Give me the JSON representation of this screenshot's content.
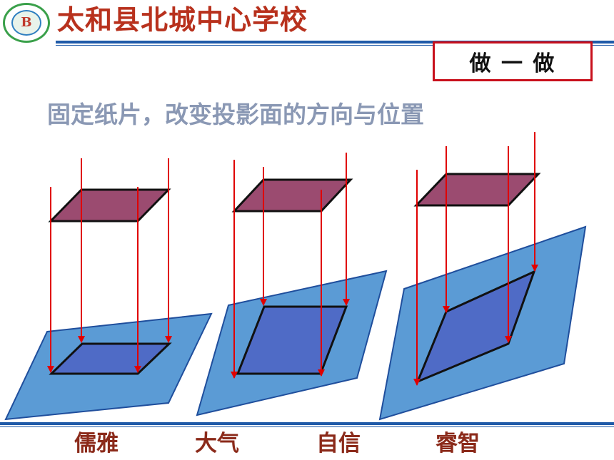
{
  "header": {
    "school_name": "太和县北城中心学校",
    "logo_text": "B"
  },
  "tag": "做 一 做",
  "instruction": "固定纸片，改变投影面的方向与位置",
  "footer": {
    "mottos": [
      "儒雅",
      "大气",
      "自信",
      "睿智"
    ]
  },
  "colors": {
    "plane_fill": "#5b9bd5",
    "shadow_fill": "#4f6bc6",
    "card_fill": "#9b4b70",
    "ray": "#e00000",
    "accent_blue": "#1f5aa8",
    "tag_border": "#c8101c"
  }
}
